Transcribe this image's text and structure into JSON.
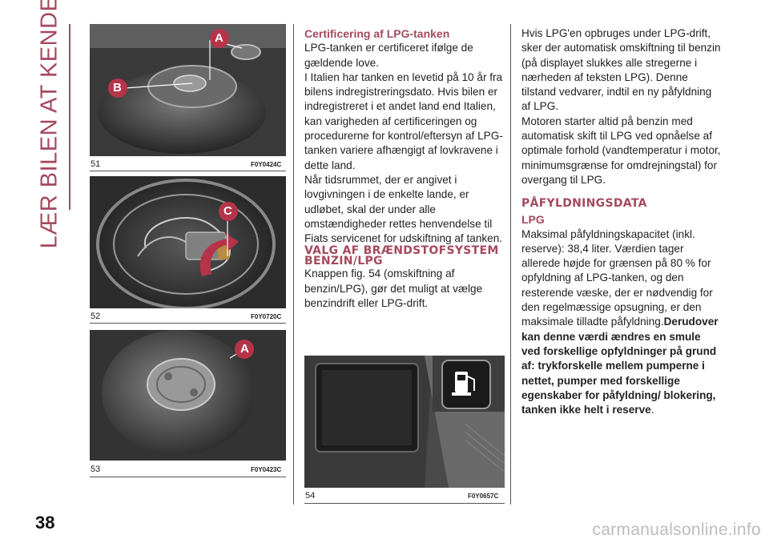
{
  "side_title": "LÆR BILEN AT KENDE",
  "page_number": "38",
  "watermark": "carmanualsonline.info",
  "figures": [
    {
      "number": "51",
      "code": "F0Y0424C",
      "labels": [
        "A",
        "B"
      ]
    },
    {
      "number": "52",
      "code": "F0Y0720C",
      "labels": [
        "C"
      ]
    },
    {
      "number": "53",
      "code": "F0Y0423C",
      "labels": [
        "A"
      ]
    },
    {
      "number": "54",
      "code": "F0Y0657C",
      "labels": []
    }
  ],
  "colors": {
    "accent": "#a44a5d",
    "label_badge": "#b6344a",
    "text": "#222222"
  },
  "col2": {
    "heading1": "Certificering af LPG-tanken",
    "para1": "LPG-tanken er certificeret ifølge de gældende love.",
    "para2": "I Italien har tanken en levetid på 10 år fra bilens indregistreringsdato. Hvis bilen er indregistreret i et andet land end Italien, kan varigheden af certificeringen og procedurerne for kontrol/eftersyn af LPG-tanken variere afhængigt af lovkravene i dette land.",
    "para3": "Når tidsrummet, der er angivet i lovgivningen i de enkelte lande, er udløbet, skal der under alle omstændigheder rettes henvendelse til Fiats servicenet for udskiftning af tanken.",
    "heading2": "VALG AF BRÆNDSTOFSYSTEM BENZIN/LPG",
    "para4": "Knappen fig. 54 (omskiftning af benzin/LPG), gør det muligt at vælge benzindrift eller LPG-drift."
  },
  "col3": {
    "para1": "Hvis LPG'en opbruges under LPG-drift, sker der automatisk omskiftning til benzin (på displayet slukkes alle stregerne i nærheden af teksten LPG). Denne tilstand vedvarer, indtil en ny påfyldning af LPG.",
    "para2": "Motoren starter altid på benzin med automatisk skift til LPG ved opnåelse af optimale forhold (vandtemperatur i motor, minimumsgrænse for omdrejningstal) for overgang til LPG.",
    "heading": "PÅFYLDNINGSDATA",
    "subheading": "LPG",
    "para3_normal": "Maksimal påfyldningskapacitet (inkl. reserve): 38,4 liter. Værdien tager allerede højde for grænsen på 80 % for opfyldning af LPG-tanken, og den resterende væske, der er nødvendig for den regelmæssige opsugning, er den maksimale tilladte påfyldning.",
    "para3_bold": "Derudover kan denne værdi ændres en smule ved forskellige opfyldninger på grund af: trykforskelle mellem pumperne i nettet, pumper med forskellige egenskaber for påfyldning/ blokering, tanken ikke helt i reserve",
    "para3_end": "."
  }
}
